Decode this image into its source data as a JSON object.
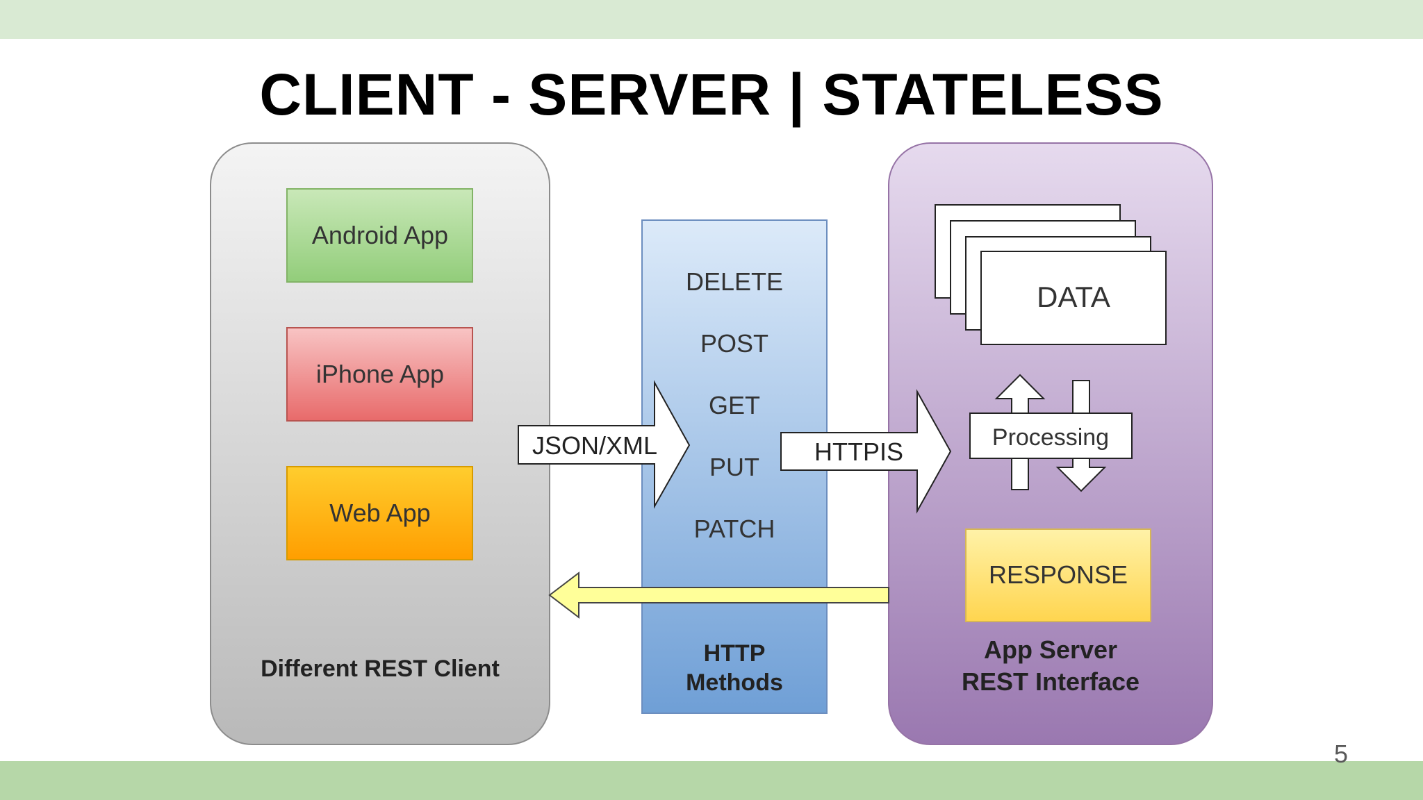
{
  "slide": {
    "title": "CLIENT - SERVER | STATELESS",
    "page_number": "5"
  },
  "client": {
    "label": "Different REST Client",
    "apps": [
      {
        "label": "Android App",
        "color": "#a9d18e"
      },
      {
        "label": "iPhone App",
        "color": "#f08a8a"
      },
      {
        "label": "Web App",
        "color": "#ffb000"
      }
    ]
  },
  "request_arrow": {
    "label": "JSON/XML"
  },
  "http": {
    "methods": [
      "DELETE",
      "POST",
      "GET",
      "PUT",
      "PATCH"
    ],
    "label_line1": "HTTP",
    "label_line2": "Methods"
  },
  "https_arrow": {
    "label": "HTTPIS"
  },
  "server": {
    "data_label": "DATA",
    "processing_label": "Processing",
    "response_label": "RESPONSE",
    "label_line1": "App Server",
    "label_line2": "REST Interface"
  },
  "colors": {
    "band_top": "#d9ead3",
    "band_bottom": "#b6d7a8",
    "response_arrow": "#ffff99",
    "http_column": "#9fc5e8",
    "server_panel": "#a58bbf"
  }
}
